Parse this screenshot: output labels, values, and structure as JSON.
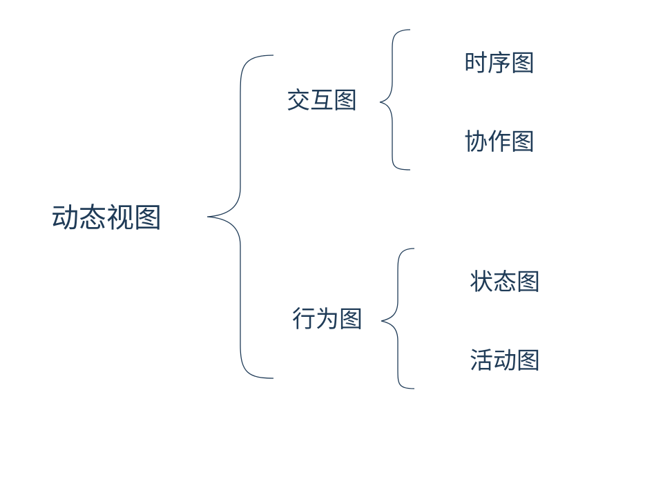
{
  "diagram": {
    "root": "动态视图",
    "branches": [
      {
        "label": "交互图",
        "children": [
          "时序图",
          "协作图"
        ]
      },
      {
        "label": "行为图",
        "children": [
          "状态图",
          "活动图"
        ]
      }
    ]
  },
  "colors": {
    "text": "#1f3b57",
    "line": "#1f3b57",
    "background": "#ffffff"
  }
}
